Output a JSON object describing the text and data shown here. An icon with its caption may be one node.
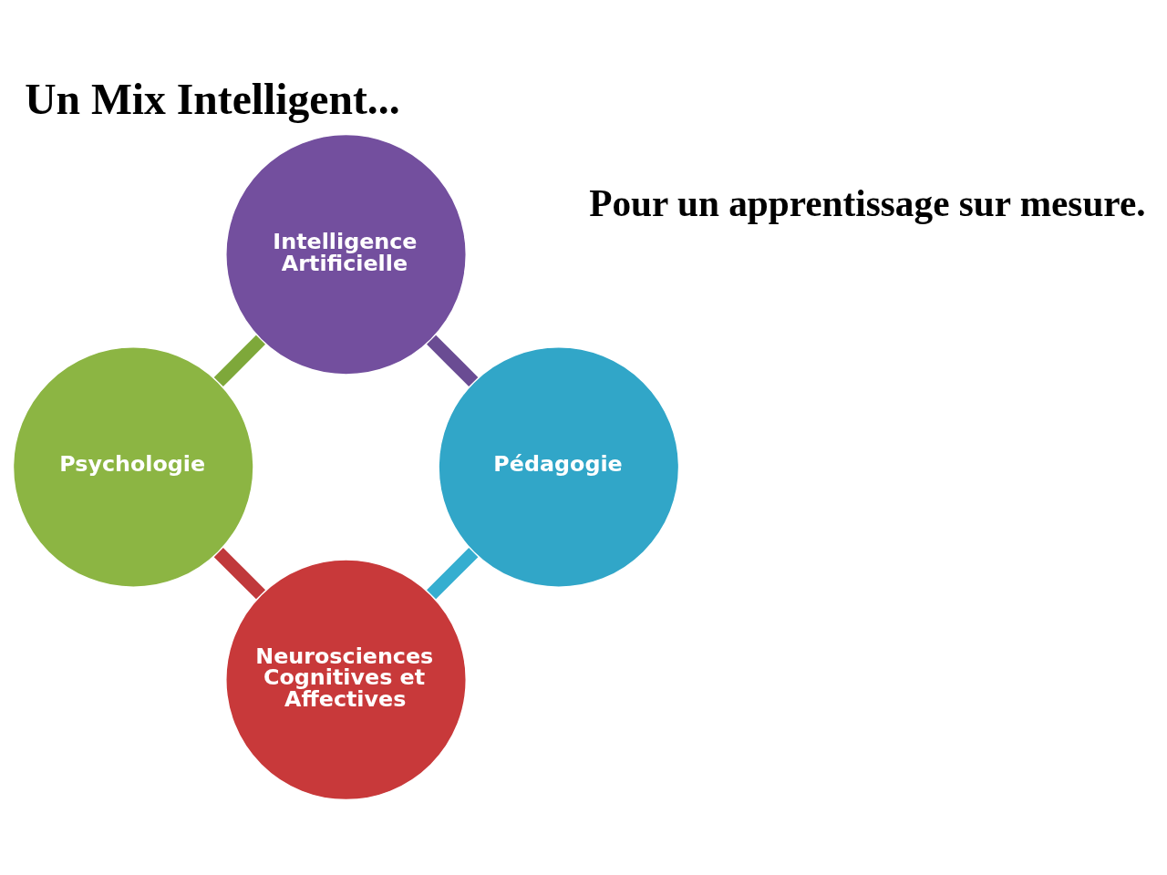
{
  "diagram": {
    "title": "Un Mix Intelligent...",
    "caption": "Pour un apprentissage sur mesure.",
    "nodes": [
      {
        "text": [
          "Neurosciences",
          "Cognitives et Affectives"
        ]
      },
      {
        "text": [
          "Psychologie"
        ]
      },
      {
        "text": [
          "Intelligence Artificielle"
        ]
      },
      {
        "text": [
          "Pédagogie"
        ]
      }
    ],
    "edges": [
      {
        "from": 0,
        "to": 1,
        "arrow": "none",
        "color": "#c0393b"
      },
      {
        "from": 1,
        "to": 2,
        "arrow": "none",
        "color": "#7ea83a"
      },
      {
        "from": 2,
        "to": 3,
        "arrow": "none",
        "color": "#6a4c93"
      },
      {
        "from": 3,
        "to": 0,
        "arrow": "none",
        "color": "#35aed0"
      }
    ]
  }
}
